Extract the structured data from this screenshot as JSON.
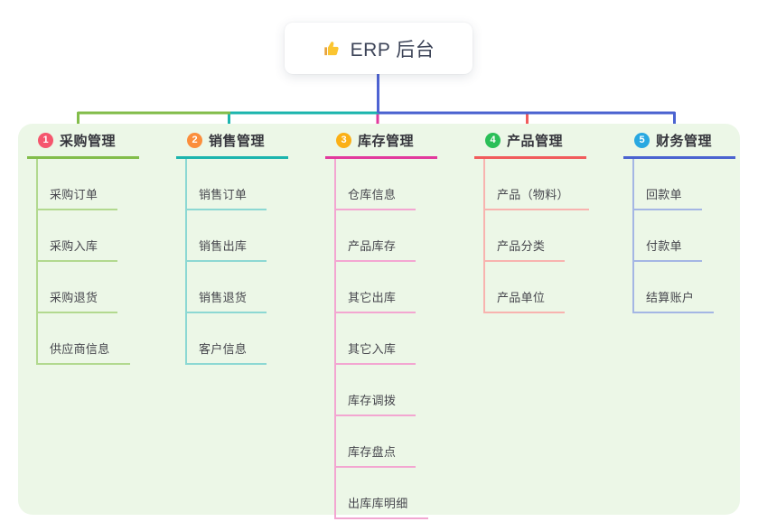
{
  "root": {
    "title": "ERP 后台",
    "icon": "thumbs-up-icon"
  },
  "connectors": {
    "stem": "#4e63d3",
    "purchase": "#83bd4b",
    "sales": "#1cb5ae",
    "inventory": "#e23a9d",
    "product": "#f15c5c",
    "finance": "#4b63d0"
  },
  "canvas": {
    "background": "#ffffff",
    "panel_background": "#ecf7e7"
  },
  "branches": [
    {
      "badge": "1",
      "title": "采购管理",
      "badge_color": "#f5566d",
      "line_color": "#83bd4b",
      "child_line_color": "#b2d98f",
      "children": [
        "采购订单",
        "采购入库",
        "采购退货",
        "供应商信息"
      ]
    },
    {
      "badge": "2",
      "title": "销售管理",
      "badge_color": "#fb8e3c",
      "line_color": "#1cb5ae",
      "child_line_color": "#8cd8d3",
      "children": [
        "销售订单",
        "销售出库",
        "销售退货",
        "客户信息"
      ]
    },
    {
      "badge": "3",
      "title": "库存管理",
      "badge_color": "#fbb015",
      "line_color": "#e23a9d",
      "child_line_color": "#f3a6d1",
      "children": [
        "仓库信息",
        "产品库存",
        "其它出库",
        "其它入库",
        "库存调拨",
        "库存盘点",
        "出库库明细"
      ]
    },
    {
      "badge": "4",
      "title": "产品管理",
      "badge_color": "#2bbf58",
      "line_color": "#f15c5c",
      "child_line_color": "#f8b3af",
      "children": [
        "产品（物料）",
        "产品分类",
        "产品单位"
      ]
    },
    {
      "badge": "5",
      "title": "财务管理",
      "badge_color": "#29a8e1",
      "line_color": "#4b63d0",
      "child_line_color": "#a4b6e4",
      "children": [
        "回款单",
        "付款单",
        "结算账户"
      ]
    }
  ]
}
